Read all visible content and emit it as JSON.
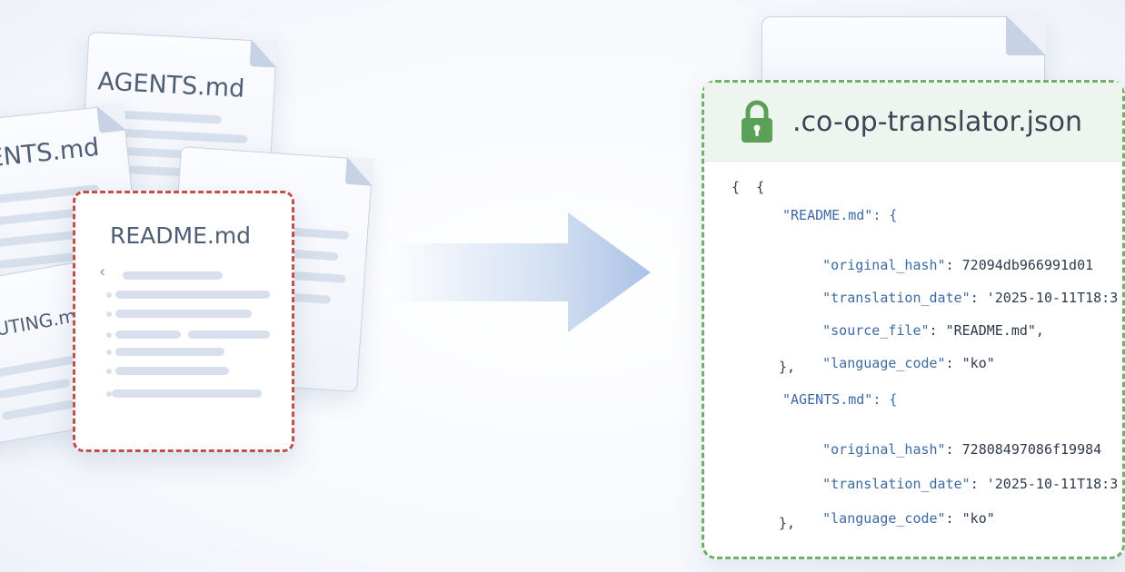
{
  "files": {
    "agents_back_label": "AGENTS.md",
    "agents_left_label": "ENTS.md",
    "contributing_label": "UTING.md",
    "readme_label": "README.md",
    "readme_chevron": "‹"
  },
  "json_file": {
    "title": ".co-op-translator.json",
    "open_braces": "{  {",
    "entries": [
      {
        "name_line": "\"README.md\": {",
        "fields": [
          {
            "key": "\"original_hash\"",
            "value": ": 72094db966991d01"
          },
          {
            "key": "\"translation_date\"",
            "value": ": '2025-10-11T18:3"
          },
          {
            "key": "\"source_file\"",
            "value": ": \"README.md\","
          },
          {
            "key": "\"language_code\"",
            "value": ": \"ko\""
          }
        ],
        "close": "},"
      },
      {
        "name_line": "\"AGENTS.md\": {",
        "fields": [
          {
            "key": "\"original_hash\"",
            "value": ": 72808497086f19984"
          },
          {
            "key": "\"translation_date\"",
            "value": ": '2025-10-11T18:3"
          },
          {
            "key": "\"language_code\"",
            "value": ": \"ko\""
          }
        ],
        "close": "},"
      }
    ]
  },
  "colors": {
    "readme_border": "#c0504d",
    "json_border": "#6fb06a",
    "lock": "#5aa057",
    "arrow": "#b9cdea"
  },
  "icons": {
    "lock": "lock-icon",
    "arrow": "right-arrow-icon"
  }
}
